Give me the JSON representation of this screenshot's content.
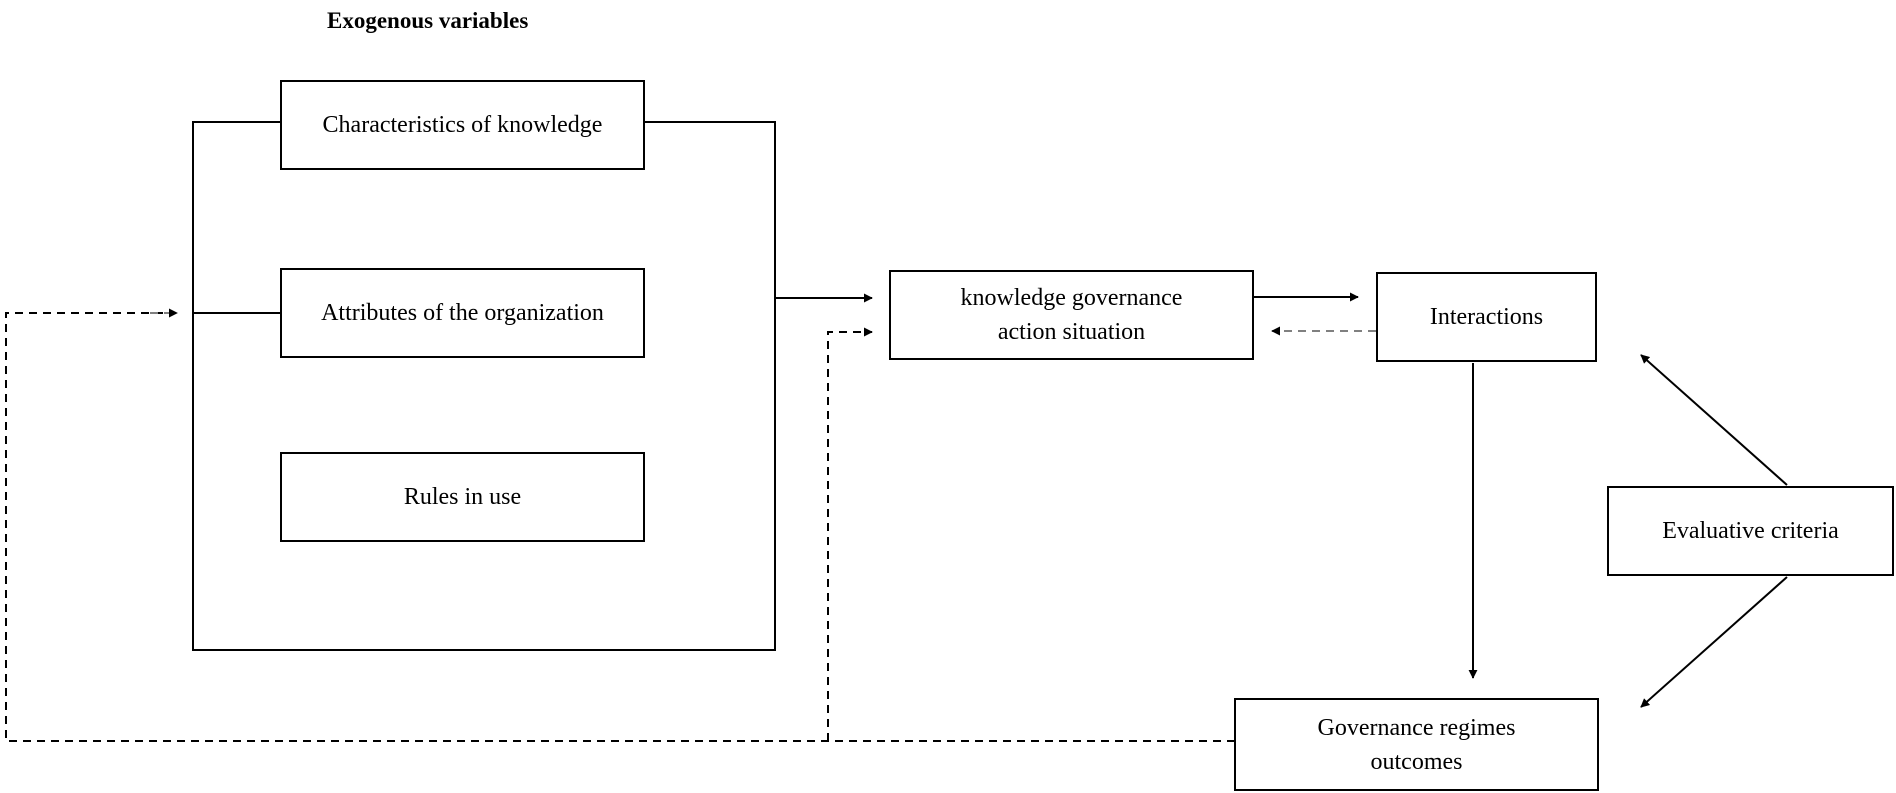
{
  "diagram": {
    "title": "Exogenous variables",
    "nodes": {
      "characteristics": {
        "label": "Characteristics of knowledge"
      },
      "attributes": {
        "label": "Attributes of the organization"
      },
      "rules": {
        "label": "Rules in use"
      },
      "action_situation": {
        "line1": "knowledge governance",
        "line2": "action situation"
      },
      "interactions": {
        "label": "Interactions"
      },
      "evaluative": {
        "label": "Evaluative criteria"
      },
      "outcomes": {
        "line1": "Governance regimes",
        "line2": "outcomes"
      }
    },
    "edges": [
      {
        "from": "exogenous-variables",
        "to": "action_situation",
        "style": "solid"
      },
      {
        "from": "action_situation",
        "to": "interactions",
        "style": "solid"
      },
      {
        "from": "interactions",
        "to": "action_situation",
        "style": "dashed"
      },
      {
        "from": "interactions",
        "to": "outcomes",
        "style": "solid"
      },
      {
        "from": "evaluative",
        "to": "interactions",
        "style": "solid"
      },
      {
        "from": "evaluative",
        "to": "outcomes",
        "style": "solid"
      },
      {
        "from": "outcomes",
        "to": "exogenous-variables",
        "style": "dashed"
      },
      {
        "from": "outcomes",
        "to": "action_situation",
        "style": "dashed"
      }
    ],
    "colors": {
      "line": "#000000",
      "dashed_feedback": "#808080"
    }
  }
}
